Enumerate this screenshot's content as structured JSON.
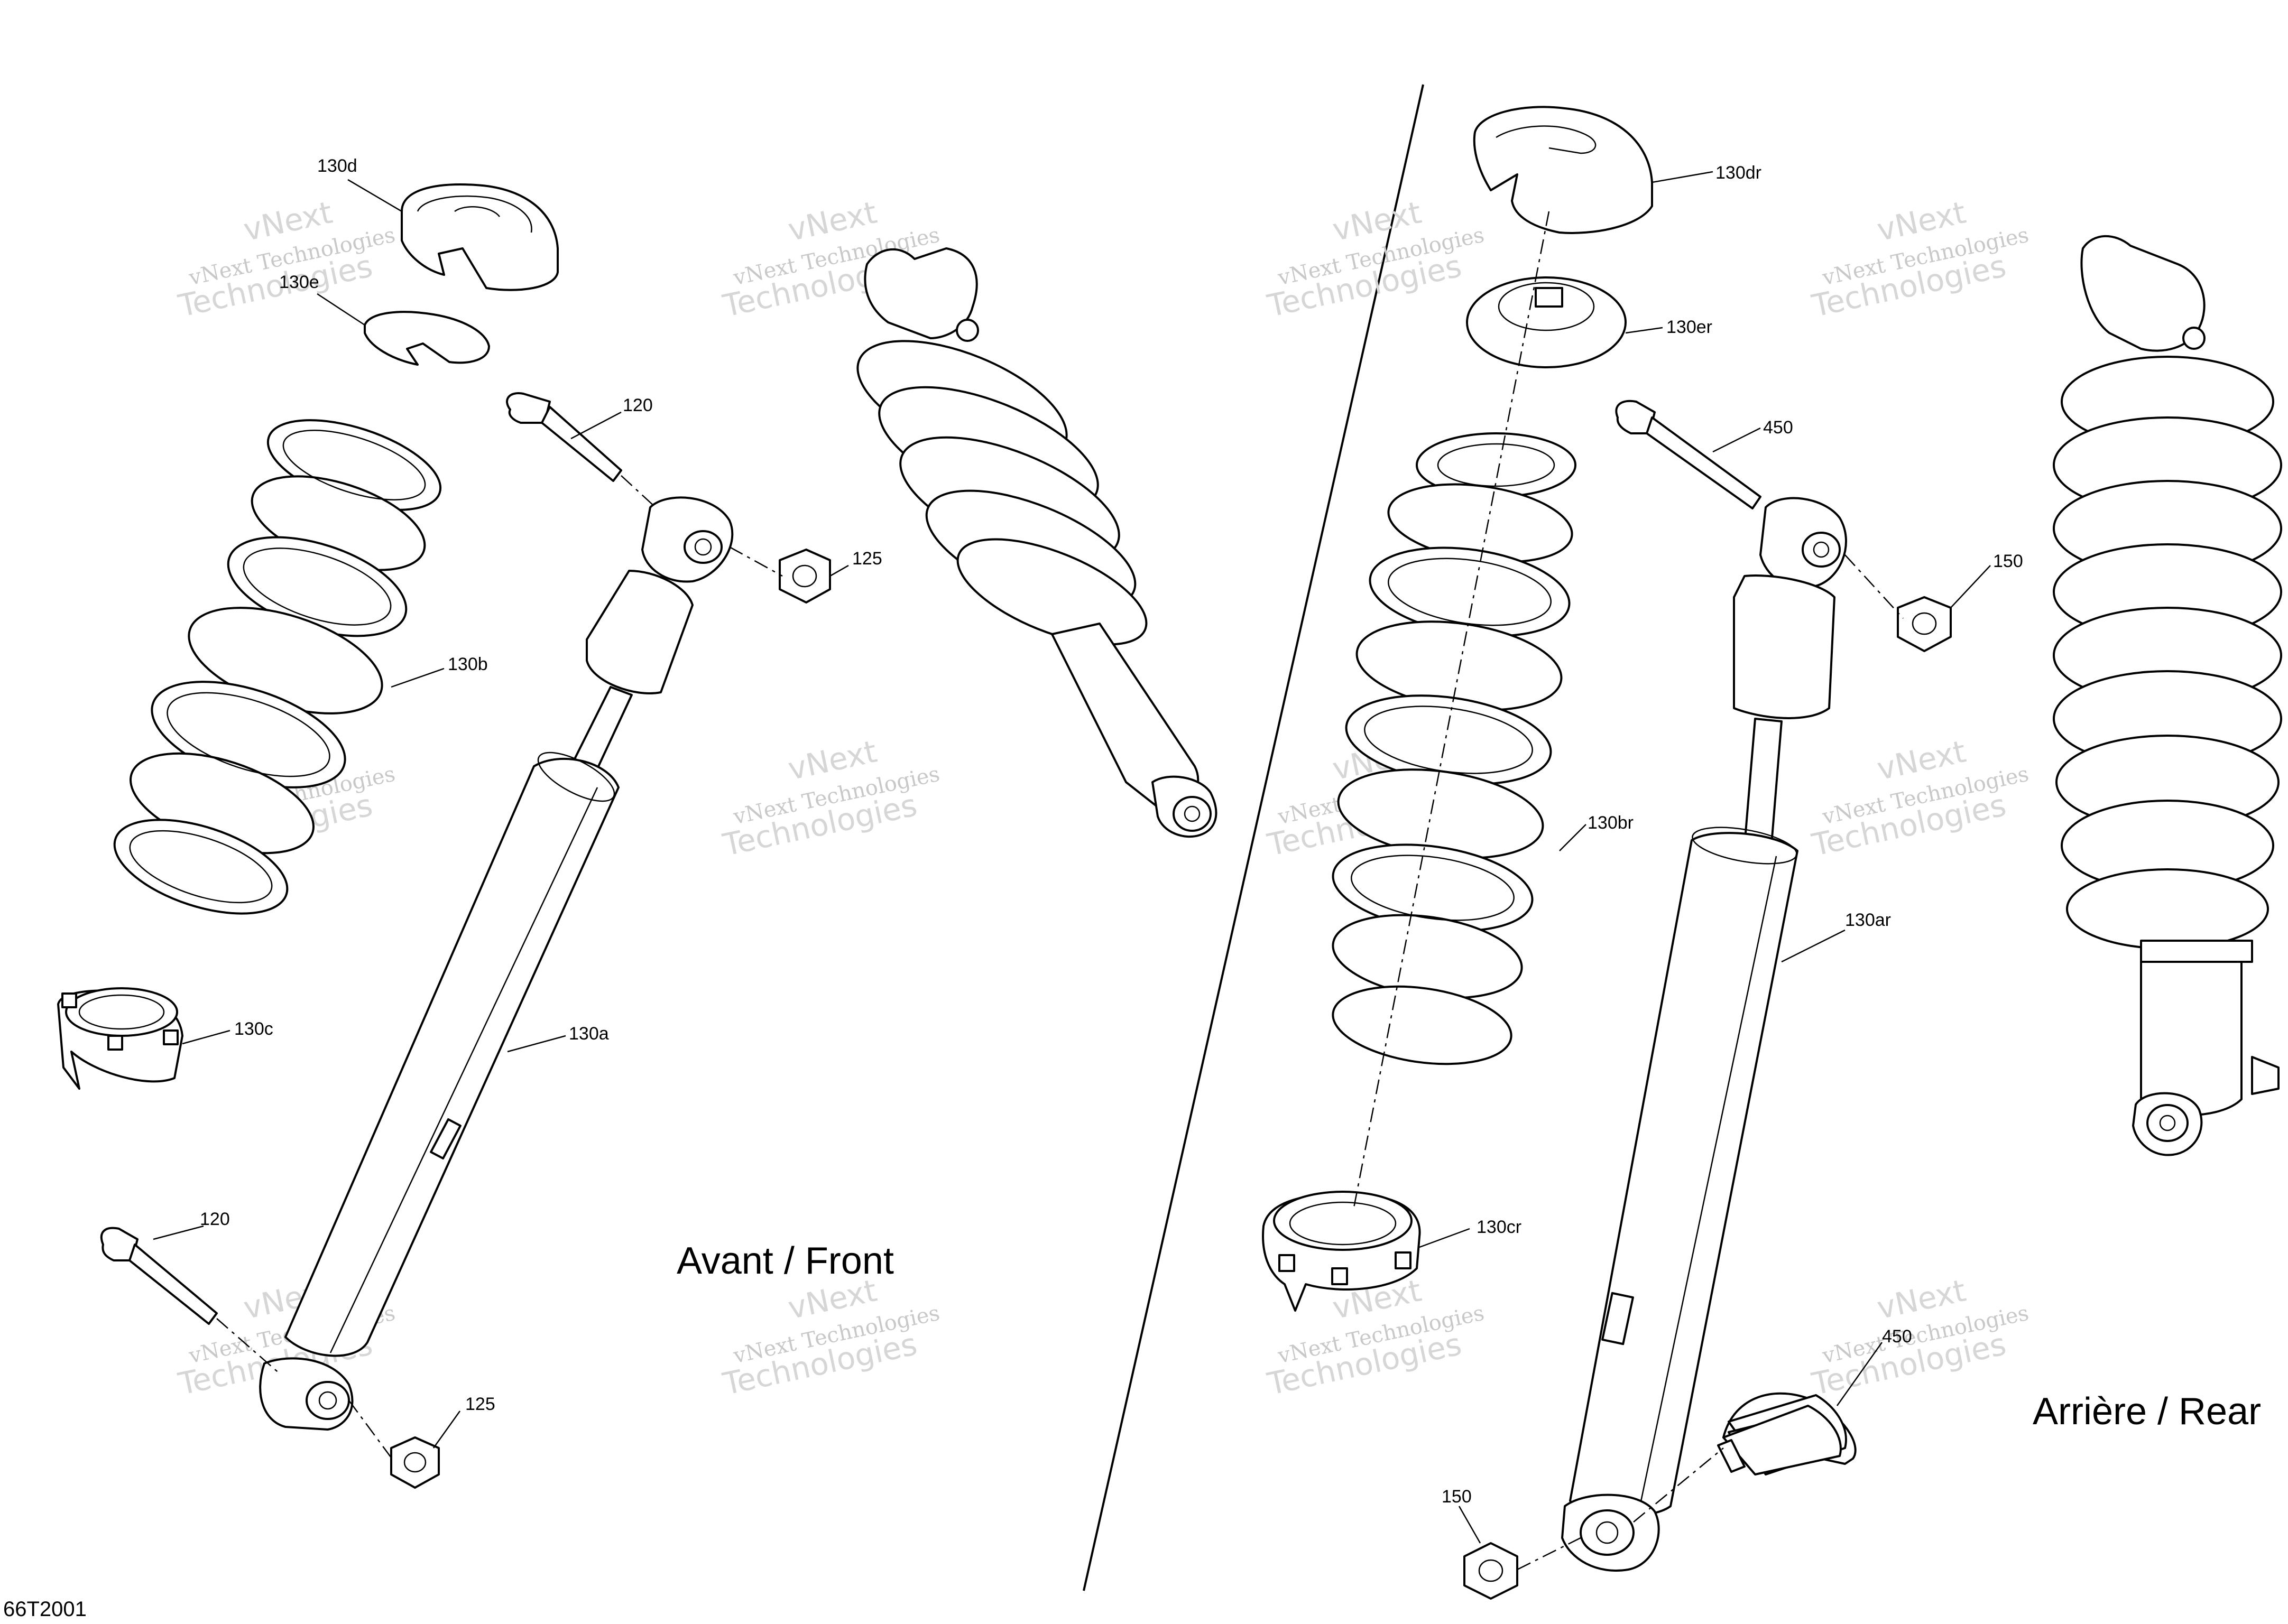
{
  "parts": {
    "front": {
      "spring_retainer": "130d",
      "spring_retainer_insert": "130e",
      "bolt_top": "120",
      "nut_top": "125",
      "spring": "130b",
      "spring_seat": "130c",
      "shock_body": "130a",
      "bolt_bottom": "120",
      "nut_bottom": "125"
    },
    "rear": {
      "spring_retainer": "130dr",
      "spring_retainer_insert": "130er",
      "bolt_top": "450",
      "nut_top": "150",
      "spring": "130br",
      "shock_body": "130ar",
      "spring_seat": "130cr",
      "bolt_bottom": "450",
      "nut_bottom": "150"
    }
  },
  "section_titles": {
    "front": "Avant / Front",
    "rear": "Arrière / Rear"
  },
  "diagram_code": "66T2001",
  "watermark": {
    "line1": "vNext Technologies",
    "line2": "vNext",
    "line3": "Technologies"
  }
}
